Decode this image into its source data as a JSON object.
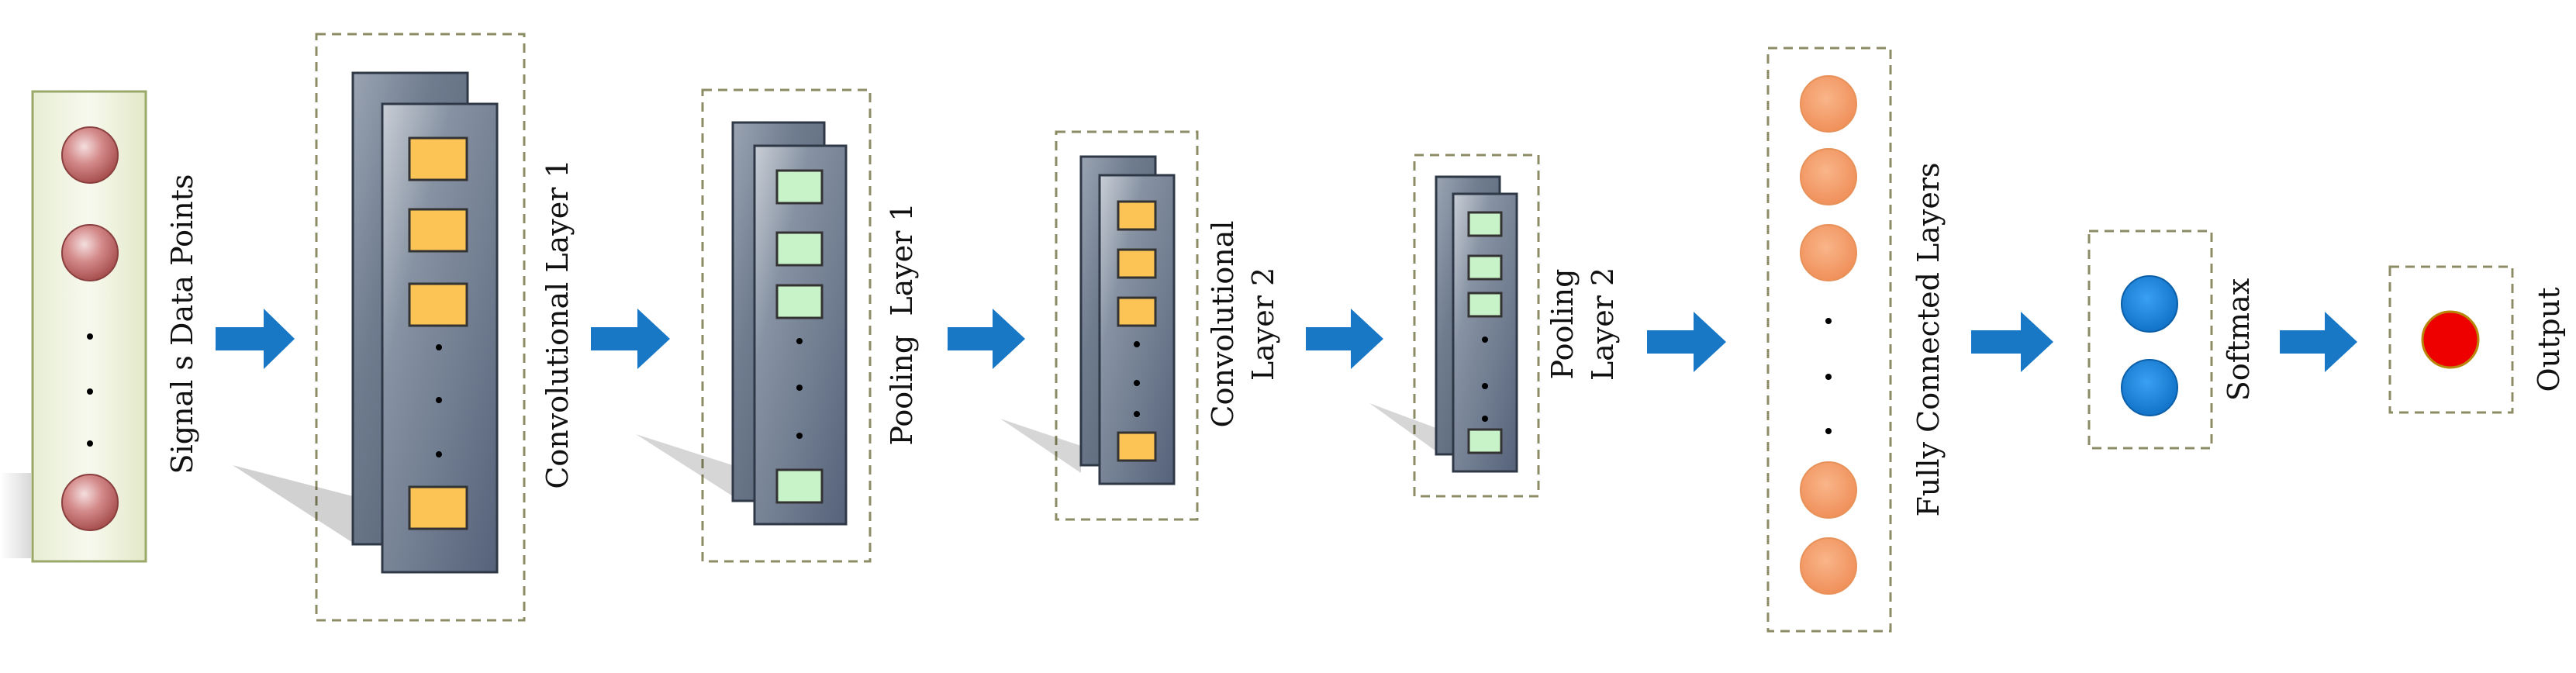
{
  "diagram": {
    "stages": [
      {
        "id": "input",
        "label": "Signal s Data Points"
      },
      {
        "id": "conv1",
        "label": "Convolutional Layer 1"
      },
      {
        "id": "pool1",
        "label": "Pooling  Layer 1"
      },
      {
        "id": "conv2",
        "label_line1": "Convolutional",
        "label_line2": "Layer 2"
      },
      {
        "id": "pool2",
        "label_line1": "Pooling",
        "label_line2": "Layer 2"
      },
      {
        "id": "fc",
        "label": "Fully Connected Layers"
      },
      {
        "id": "softmax",
        "label": "Softmax"
      },
      {
        "id": "output",
        "label": "Output"
      }
    ],
    "colors": {
      "arrow": "#1878c6",
      "dashed_border": "#8c8c64",
      "input_panel_fill": "#f3f6e4",
      "input_panel_border": "#9aa86a",
      "input_node": "#c46a6a",
      "feature_map_fill": "#6d7a8c",
      "conv_square": "#fcc454",
      "pool_square": "#c8f2c8",
      "fc_node": "#f6a06e",
      "softmax_node": "#1a86e0",
      "output_node": "#ee0000"
    },
    "icons": [
      "arrow-right-icon",
      "ellipsis-dots-icon"
    ]
  }
}
